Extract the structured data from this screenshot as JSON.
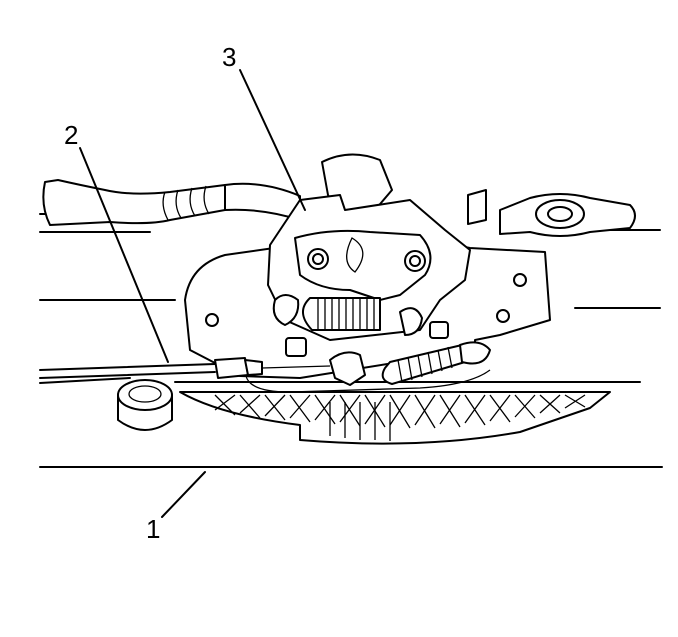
{
  "callouts": [
    {
      "id": "1",
      "label": "1"
    },
    {
      "id": "2",
      "label": "2"
    },
    {
      "id": "3",
      "label": "3"
    }
  ],
  "colors": {
    "line": "#000000",
    "background": "#ffffff",
    "shade": "#d8d8d8"
  }
}
